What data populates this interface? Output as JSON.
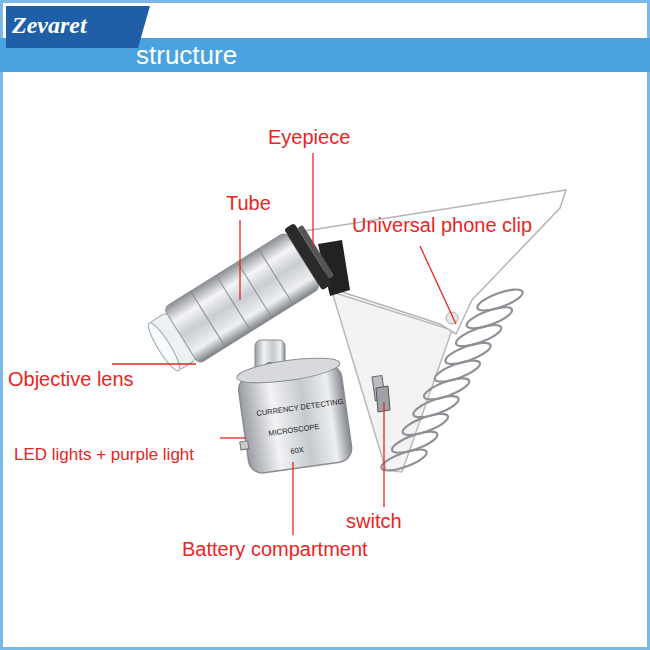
{
  "diagram": {
    "title": "structure",
    "labels": [
      "Zevaret",
      "Eyepiece",
      "Tube",
      "Universal phone clip",
      "Objective lens",
      "LED lights + purple light",
      "switch",
      "Battery compartment",
      "CURRENCY DETECTING",
      "MICROSCOPE",
      "60X"
    ]
  }
}
